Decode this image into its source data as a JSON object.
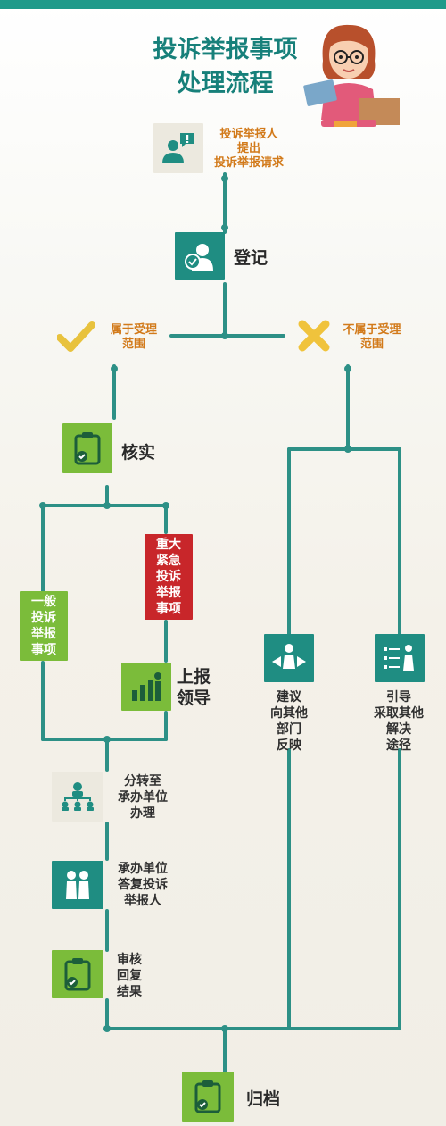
{
  "title": {
    "line1": "投诉举报事项",
    "line2": "处理流程"
  },
  "steps": {
    "request": "投诉举报人\n提出\n投诉举报请求",
    "register": "登记",
    "in_scope": "属于受理\n范围",
    "out_scope": "不属于受理\n范围",
    "verify": "核实",
    "urgent": "重大\n紧急\n投诉\n举报\n事项",
    "general": "一般\n投诉\n举报\n事项",
    "report": "上报\n领导",
    "suggest": "建议\n向其他\n部门\n反映",
    "guide": "引导\n采取其他\n解决\n途径",
    "transfer": "分转至\n承办单位\n办理",
    "reply": "承办单位\n答复投诉\n举报人",
    "review": "审核\n回复\n结果",
    "archive": "归档"
  },
  "colors": {
    "teal": "#1f8d82",
    "green": "#7bbc3a",
    "red": "#c8262a",
    "line": "#2d9086",
    "title": "#17807a"
  },
  "icons": [
    "person-alert-icon",
    "person-check-icon",
    "checkmark-icon",
    "cross-icon",
    "clipboard-check-icon",
    "bar-chart-icon",
    "people-direction-icon",
    "list-person-icon",
    "hierarchy-icon",
    "two-people-icon",
    "woman-at-desk-illustration"
  ]
}
